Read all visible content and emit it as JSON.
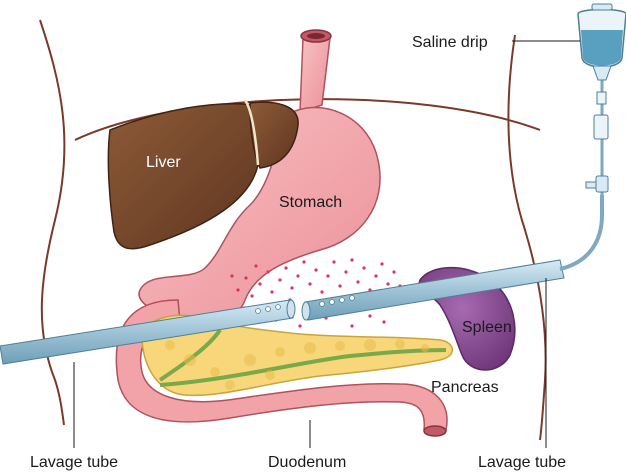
{
  "labels": {
    "saline_drip": "Saline drip",
    "liver": "Liver",
    "stomach": "Stomach",
    "spleen": "Spleen",
    "pancreas": "Pancreas",
    "lavage_tube_left": "Lavage tube",
    "duodenum": "Duodenum",
    "lavage_tube_right": "Lavage tube"
  },
  "colors": {
    "liver": "#7a4a2e",
    "stomach": "#f2a3a8",
    "pancreas": "#f7d77a",
    "spleen": "#8a4a92",
    "tube": "#9fc3d6",
    "saline": "#3f8fb5",
    "droplets": "#e0306a",
    "body_outline": "#7a3a2a"
  }
}
